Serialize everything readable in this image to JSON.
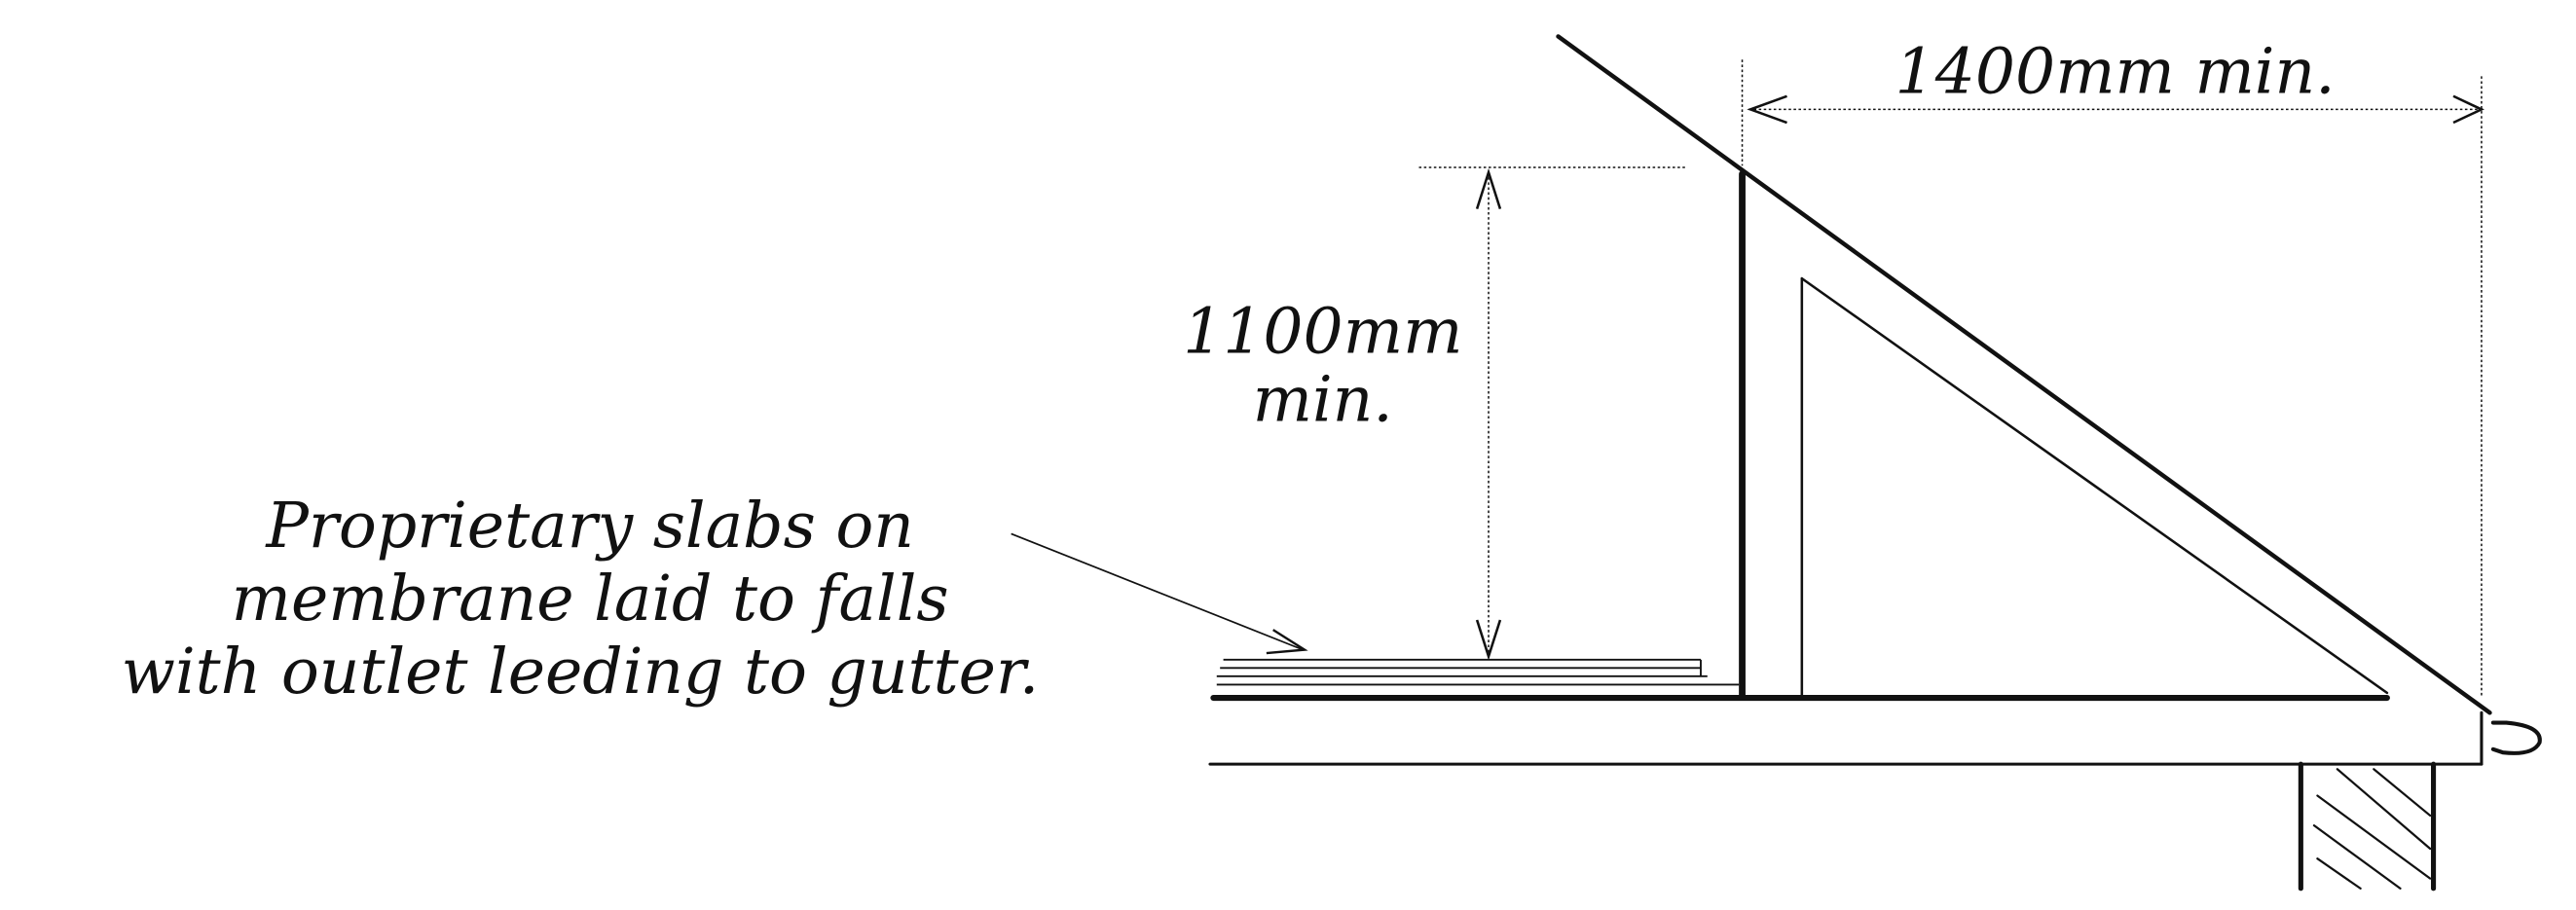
{
  "labels": {
    "width_dimension": "1400mm min.",
    "height_dimension_line1": "1100mm",
    "height_dimension_line2": "min.",
    "annotation_line1": "Proprietary slabs on",
    "annotation_line2": "membrane laid to falls",
    "annotation_line3": "with  outlet leeding to gutter."
  },
  "colors": {
    "ink": "#111111",
    "background": "#ffffff"
  }
}
